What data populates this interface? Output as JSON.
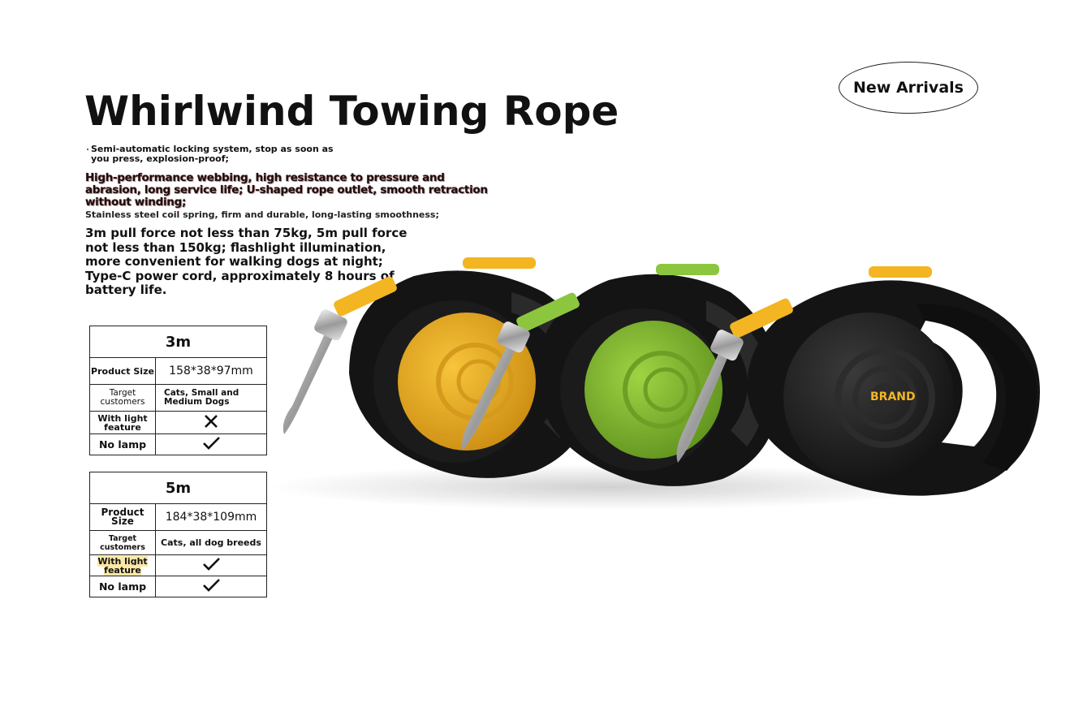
{
  "title": "Whirlwind Towing Rope",
  "badge": "New Arrivals",
  "features": {
    "f1": "Semi-automatic locking system, stop as soon as you press, explosion-proof;",
    "f2": "High-performance webbing, high resistance to pressure and abrasion, long service life; U-shaped rope outlet, smooth retraction without winding;",
    "f3": "Stainless steel coil spring, firm and durable, long-lasting smoothness;",
    "f4": "3m pull force not less than 75kg, 5m pull force not less than 150kg; flashlight illumination, more convenient for walking dogs at night; Type-C power cord, approximately 8 hours of battery life."
  },
  "spec_3m": {
    "heading": "3m",
    "size_label": "Product Size",
    "size_value": "158*38*97mm",
    "target_label": "Target customers",
    "target_value": "Cats, Small and Medium Dogs",
    "light_label": "With light feature",
    "nolamp_label": "No lamp",
    "light_available": false,
    "nolamp_available": true
  },
  "spec_5m": {
    "heading": "5m",
    "size_label": "Product Size",
    "size_value": "184*38*109mm",
    "target_label": "Target customers",
    "target_value": "Cats, all dog breeds",
    "light_label": "With light feature",
    "nolamp_label": "No lamp",
    "light_available": true,
    "nolamp_available": true
  },
  "brand_label": "BRAND",
  "colors": {
    "yellow": "#f3b521",
    "green": "#8cc63f",
    "body": "#1d1d1d"
  }
}
